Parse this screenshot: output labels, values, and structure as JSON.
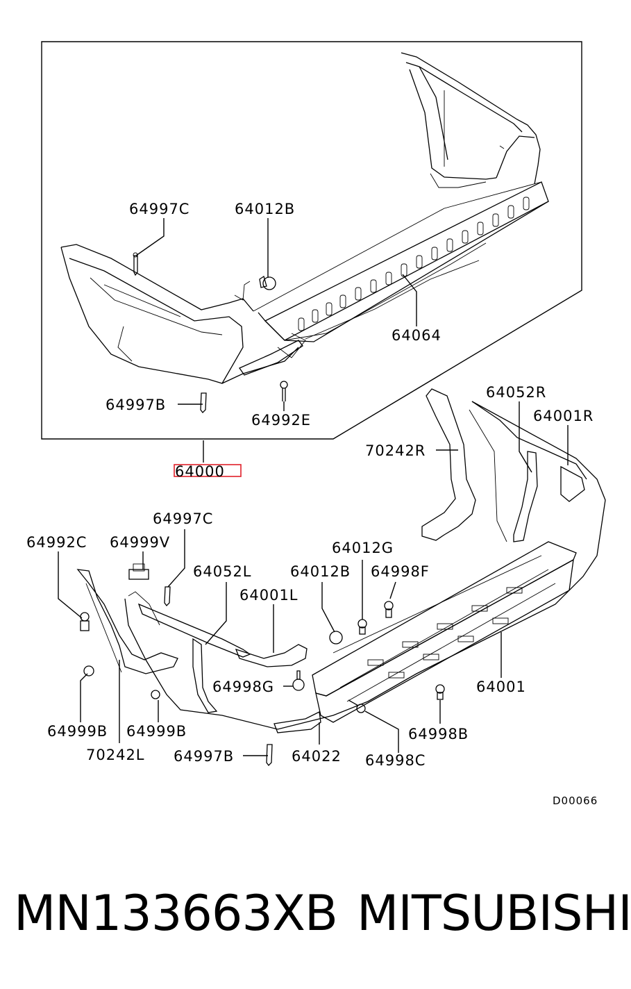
{
  "labels": {
    "a_64997C": "64997C",
    "a_64012B": "64012B",
    "a_64064": "64064",
    "a_64997B": "64997B",
    "a_64992E": "64992E",
    "assembly_64000": "64000",
    "b_64052R": "64052R",
    "b_64001R": "64001R",
    "b_70242R": "70242R",
    "b_64997C": "64997C",
    "b_64992C": "64992C",
    "b_64999V": "64999V",
    "b_64052L": "64052L",
    "b_64012B": "64012B",
    "b_64012G": "64012G",
    "b_64998F": "64998F",
    "b_64001L": "64001L",
    "b_64998G": "64998G",
    "b_64001": "64001",
    "b_64999B_1": "64999B",
    "b_64999B_2": "64999B",
    "b_70242L": "70242L",
    "b_64997B": "64997B",
    "b_64022": "64022",
    "b_64998C": "64998C",
    "b_64998B": "64998B"
  },
  "diagram_code": "D00066",
  "caption": {
    "part_number": "MN133663XB",
    "brand": "MITSUBISHI"
  },
  "colors": {
    "highlight": "#e0202a",
    "ink": "#000000"
  }
}
